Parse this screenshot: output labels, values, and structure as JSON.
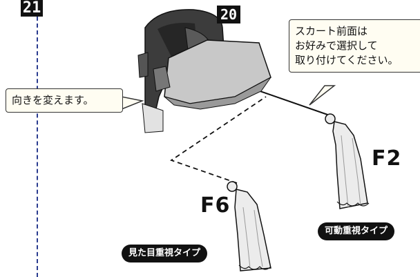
{
  "step_number": "21",
  "part_number": "20",
  "callouts": {
    "skirt_note_lines": [
      "スカート前面は",
      "お好みで選択して",
      "取り付けてください。"
    ],
    "orientation_note": "向きを変えます。"
  },
  "parts": {
    "f2": {
      "code": "F2",
      "label": "可動重視タイプ"
    },
    "f6": {
      "code": "F6",
      "label": "見た目重視タイプ"
    }
  },
  "colors": {
    "badge": "#111111",
    "divider": "#2a3b8f",
    "armor_dark": "#3c3c3c",
    "armor_light": "#c8c8c8",
    "cloth": "#ececec"
  }
}
